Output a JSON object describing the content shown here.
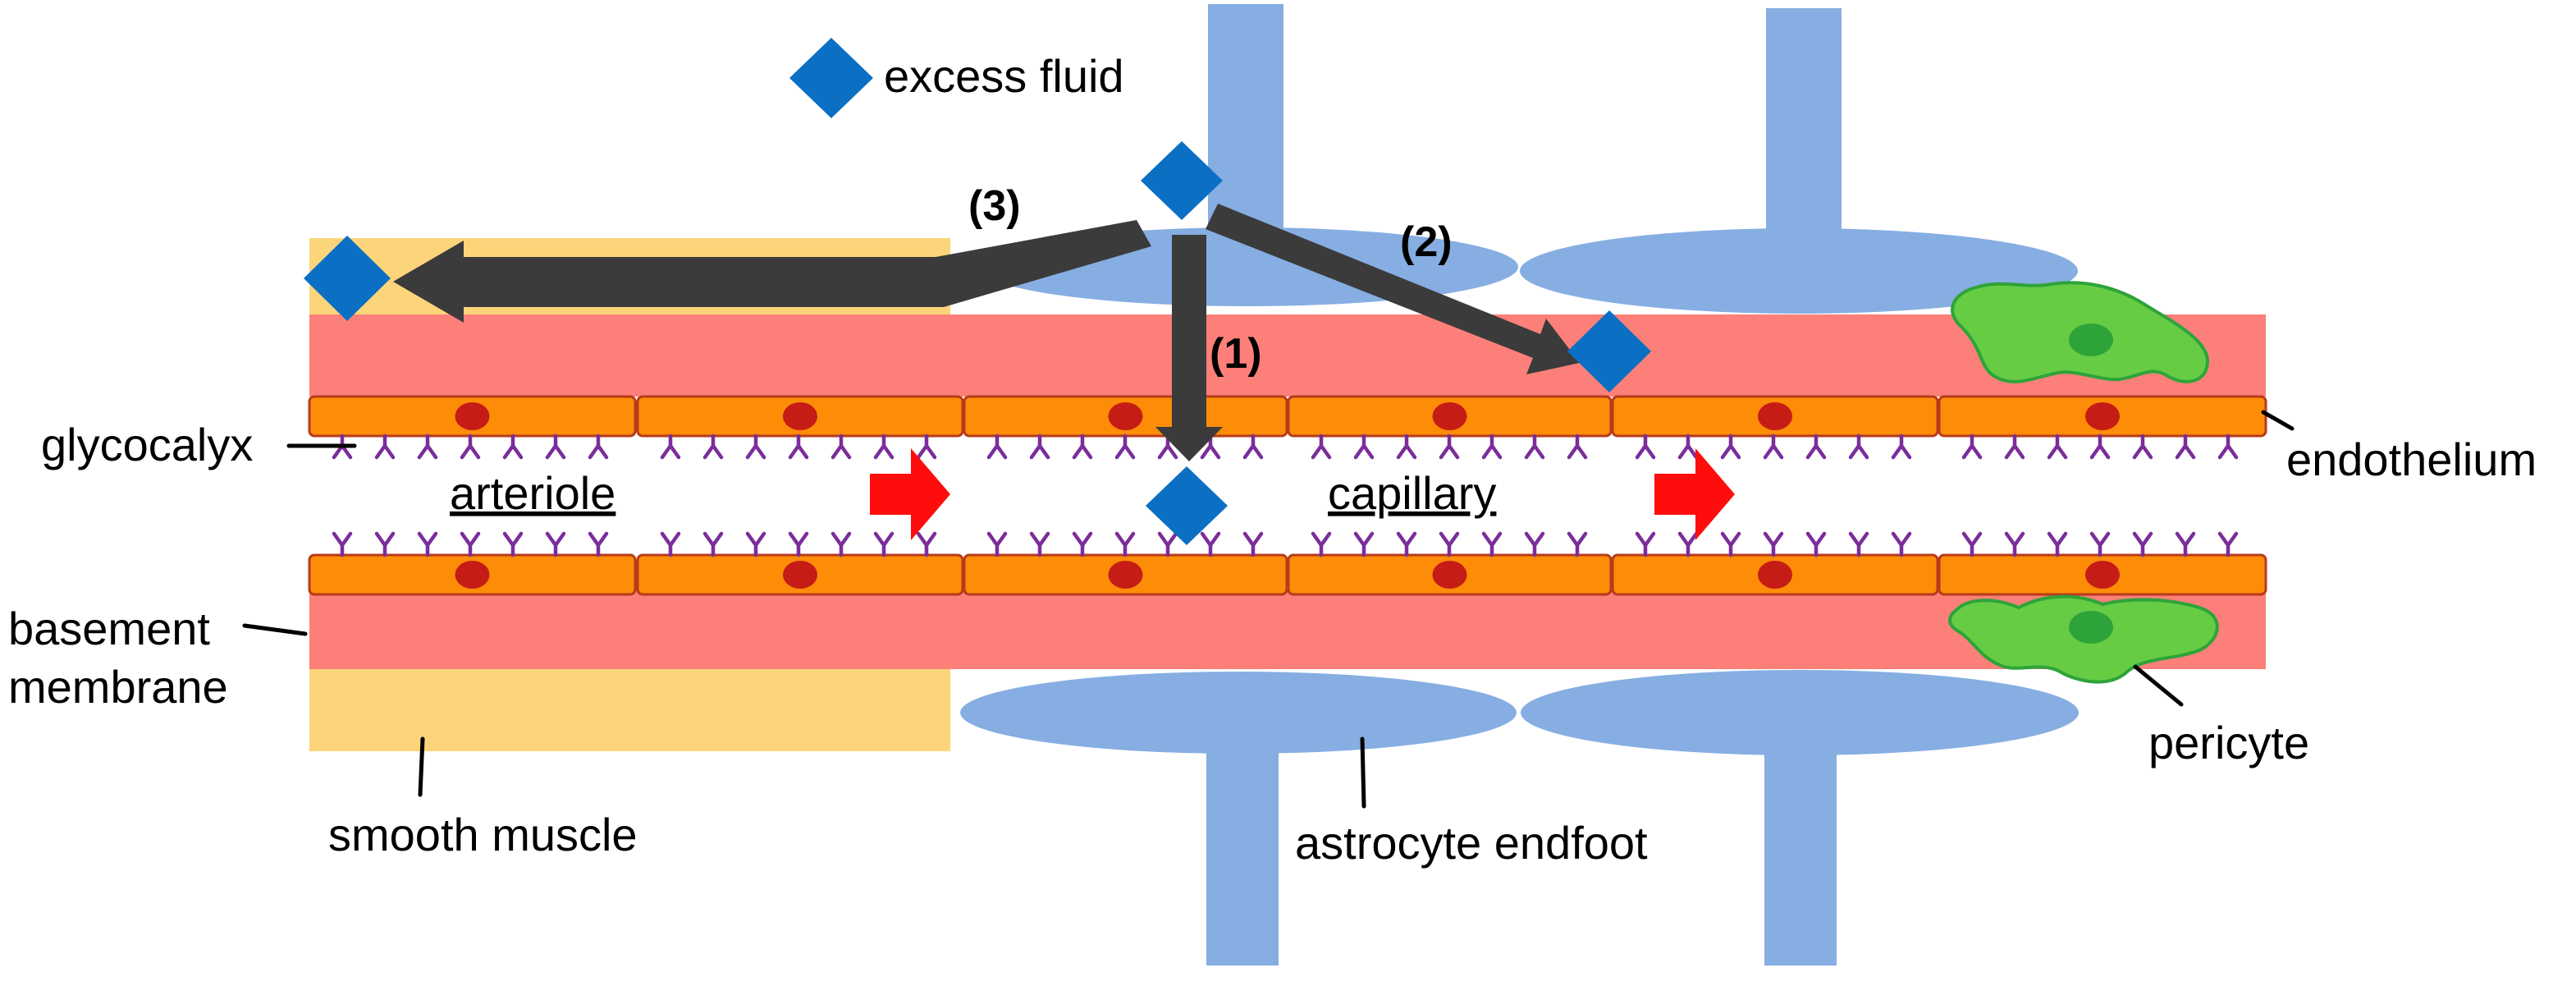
{
  "legend": {
    "fluid_label": "excess fluid"
  },
  "labels": {
    "glycocalyx": "glycocalyx",
    "basement_line1": "basement",
    "basement_line2": "membrane",
    "smooth_muscle": "smooth muscle",
    "arteriole": "arteriole",
    "capillary": "capillary",
    "astrocyte_endfoot": "astrocyte endfoot",
    "endothelium": "endothelium",
    "pericyte": "pericyte"
  },
  "pathways": {
    "p1": "(1)",
    "p2": "(2)",
    "p3": "(3)"
  },
  "colors": {
    "fluid": "#0b6fc4",
    "astrocyte": "#86aee2",
    "basement": "#fc8079",
    "smooth_muscle": "#fcd57a",
    "endothelial_cell": "#fd8c07",
    "endothelial_border": "#b83a1c",
    "nucleus": "#c61c16",
    "glycocalyx": "#7b2d9b",
    "pericyte": "#66cc44",
    "pericyte_border": "#2ea33a",
    "pathway_arrow": "#3b3b3b",
    "flow_arrow": "#ff0d0d"
  }
}
